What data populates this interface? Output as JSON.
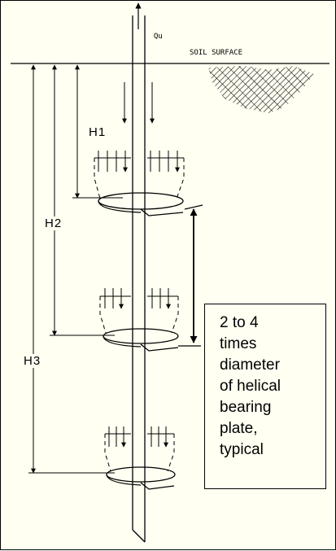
{
  "labels": {
    "load": "Qu",
    "soil_surface": "SOIL SURFACE",
    "h1": "H1",
    "h2": "H2",
    "h3": "H3"
  },
  "note": {
    "lines": [
      "2 to 4",
      "times",
      "diameter",
      "of helical",
      "bearing",
      "plate,",
      "typical"
    ]
  },
  "colors": {
    "background": "#fffff2",
    "line": "#000000"
  }
}
